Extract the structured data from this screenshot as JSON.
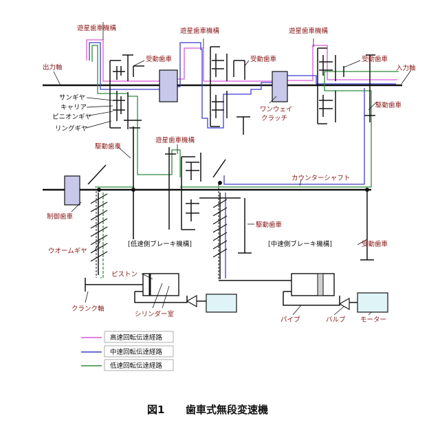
{
  "labels": {
    "planetary_left": "遊星歯車機構",
    "planetary_mid": "遊星歯車機構",
    "planetary_right": "遊星歯車機構",
    "planetary_lower": "遊星歯車機構",
    "output_shaft": "出力軸",
    "input_shaft": "入力軸",
    "driven_gear_1": "受動歯車",
    "driven_gear_2": "受動歯車",
    "driven_gear_3": "受動歯車",
    "sun_gear": "サンギヤ",
    "carrier": "キャリア",
    "pinion_gear": "ピニオンギヤ",
    "ring_gear": "リングギヤ",
    "drive_gear_1": "駆動歯車",
    "drive_gear_2": "駆動歯車",
    "drive_gear_3": "駆動歯車",
    "one_way_clutch": "ワンウェイ",
    "one_way_clutch_2": "クラッチ",
    "counter_shaft": "カウンターシャフト",
    "control_gear": "制御歯車",
    "worm_gear": "ウオームギヤ",
    "low_brake": "[低速側ブレーキ機構]",
    "mid_brake": "[中速側ブレーキ機構]",
    "piston": "ピストン",
    "crank_shaft": "クランク軸",
    "cylinder_chamber": "シリンダー室",
    "pipe": "パイプ",
    "valve": "バルブ",
    "motor": "モーター"
  },
  "legend": [
    {
      "label": "高速回転伝達経路",
      "color": "#d957d9"
    },
    {
      "label": "中速回転伝達経路",
      "color": "#3b3bd1"
    },
    {
      "label": "低速回転伝達経路",
      "color": "#2e8b3a"
    }
  ],
  "caption": {
    "figure_no": "図1",
    "title": "歯車式無段変速機"
  }
}
